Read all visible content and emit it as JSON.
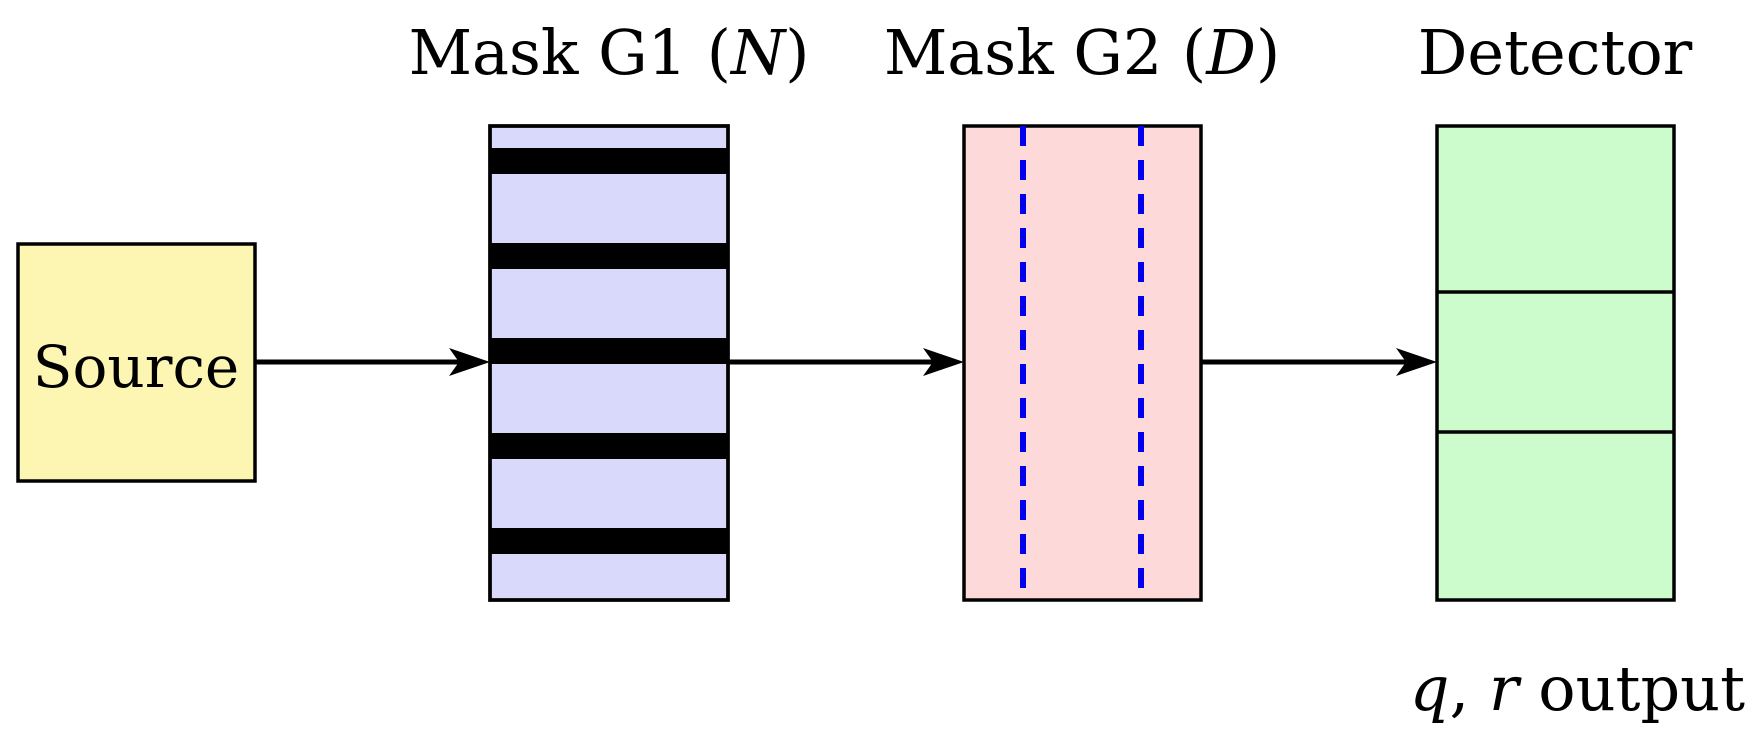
{
  "labels": {
    "source": "Source",
    "mask_g1": {
      "prefix": "Mask G1 (",
      "var": "N",
      "suffix": ")"
    },
    "mask_g2": {
      "prefix": "Mask G2 (",
      "var": "D",
      "suffix": ")"
    },
    "detector": "Detector",
    "output": {
      "var_q": "q",
      "comma": ",",
      "var_r": "r",
      "suffix": " output"
    }
  },
  "colors": {
    "source_fill": "#fdf6b3",
    "mask_g1_fill": "#d9d9fb",
    "mask_g2_fill": "#fdd9d9",
    "detector_fill": "#ccfccc",
    "stroke": "#000000",
    "stripe": "#000000",
    "dashed_line": "#0000ee",
    "arrow": "#000000"
  },
  "mask_g1": {
    "stripe_count": 5
  },
  "mask_g2": {
    "dashed_line_count": 2
  },
  "detector": {
    "cell_count": 3
  }
}
